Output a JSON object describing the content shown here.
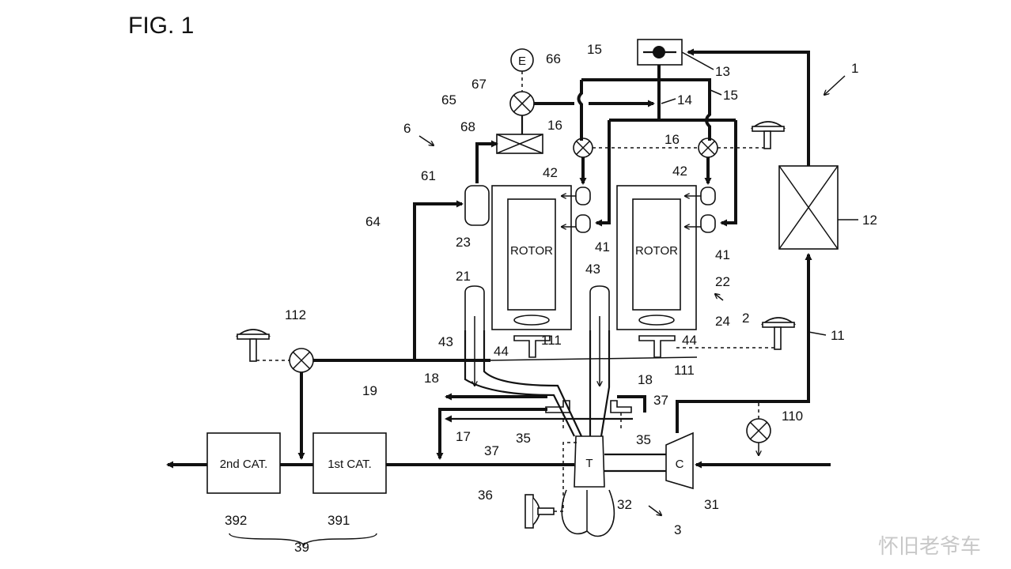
{
  "figure": {
    "title": "FIG. 1"
  },
  "components": {
    "rotor_left": "ROTOR",
    "rotor_right": "ROTOR",
    "cat_first": "1st CAT.",
    "cat_second": "2nd CAT.",
    "turbine": "T",
    "compressor": "C",
    "sensor_e": "E"
  },
  "refs": {
    "r1": "1",
    "r2": "2",
    "r3": "3",
    "r6": "6",
    "r11": "11",
    "r12": "12",
    "r13": "13",
    "r14": "14",
    "r15a": "15",
    "r15b": "15",
    "r16a": "16",
    "r16b": "16",
    "r17": "17",
    "r18a": "18",
    "r18b": "18",
    "r19": "19",
    "r21": "21",
    "r22": "22",
    "r23": "23",
    "r24": "24",
    "r31": "31",
    "r32": "32",
    "r35a": "35",
    "r35b": "35",
    "r36": "36",
    "r37a": "37",
    "r37b": "37",
    "r39": "39",
    "r41a": "41",
    "r41b": "41",
    "r42a": "42",
    "r42b": "42",
    "r43a": "43",
    "r43b": "43",
    "r44a": "44",
    "r44b": "44",
    "r61": "61",
    "r64": "64",
    "r65": "65",
    "r66": "66",
    "r67": "67",
    "r68": "68",
    "r110": "110",
    "r111a": "111",
    "r111b": "111",
    "r112": "112",
    "r391": "391",
    "r392": "392"
  },
  "watermark": "怀旧老爷车"
}
